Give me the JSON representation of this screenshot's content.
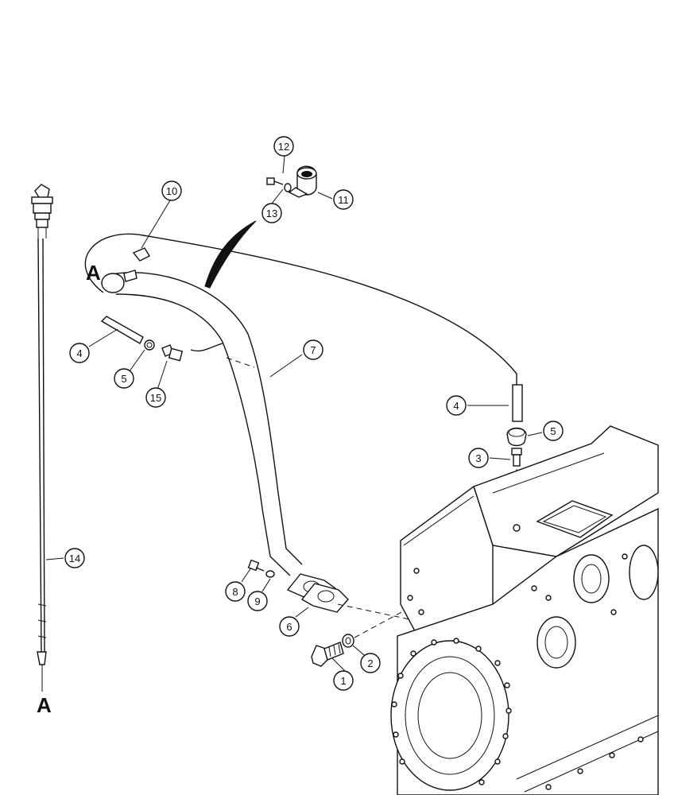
{
  "view_labels": {
    "top": "A",
    "bottom": "A"
  },
  "callouts": {
    "c1": "1",
    "c2": "2",
    "c3": "3",
    "c4a": "4",
    "c4b": "4",
    "c5a": "5",
    "c5b": "5",
    "c6": "6",
    "c7": "7",
    "c8": "8",
    "c9": "9",
    "c10": "10",
    "c11": "11",
    "c12": "12",
    "c13": "13",
    "c14": "14",
    "c15": "15"
  }
}
